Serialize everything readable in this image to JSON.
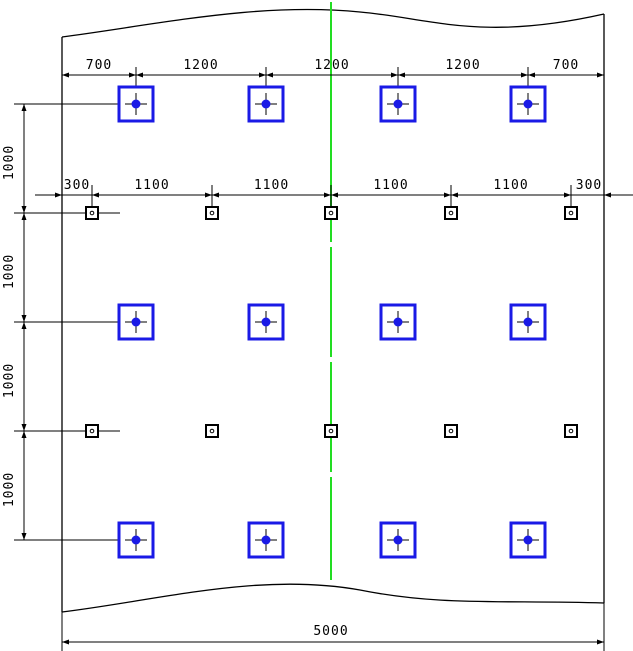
{
  "colors": {
    "outline": "#000000",
    "large_anchor": "#1a1ae6",
    "center_line": "#22dd22",
    "small_anchor": "#000000"
  },
  "dimensions": {
    "top_spacing": [
      "700",
      "1200",
      "1200",
      "1200",
      "700"
    ],
    "second_spacing": [
      "300",
      "1100",
      "1100",
      "1100",
      "1100",
      "300"
    ],
    "left_spacing": [
      "1000",
      "1000",
      "1000",
      "1000"
    ],
    "total_width": "5000"
  },
  "grid": {
    "large_columns": 4,
    "large_rows": 3,
    "small_columns": 5,
    "small_rows": 2
  },
  "icons": {
    "large_anchor": "blue-square-anchor-icon",
    "small_anchor": "black-small-square-anchor-icon"
  }
}
